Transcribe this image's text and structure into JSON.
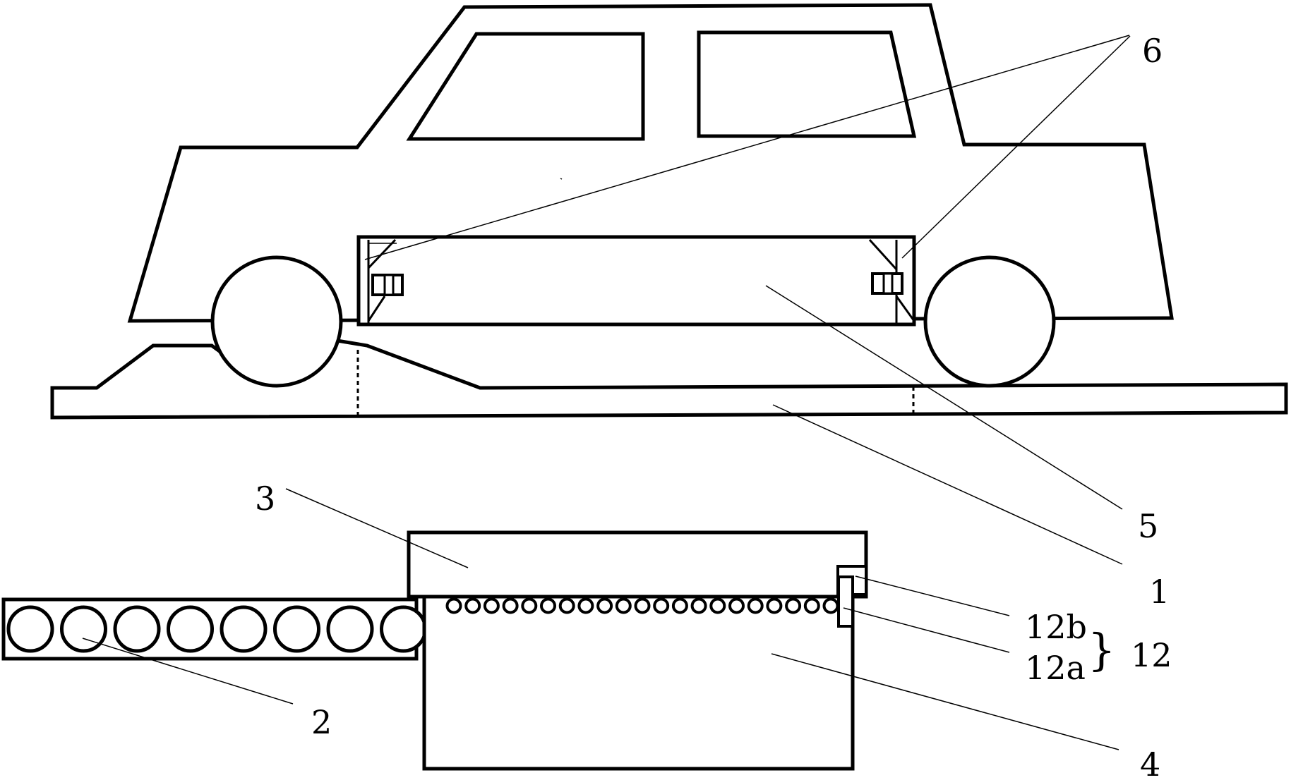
{
  "labels": {
    "l1": "1",
    "l2": "2",
    "l3": "3",
    "l4": "4",
    "l5": "5",
    "l6": "6",
    "l12": "12",
    "l12a": "12a",
    "l12b": "12b",
    "brace": "}"
  }
}
